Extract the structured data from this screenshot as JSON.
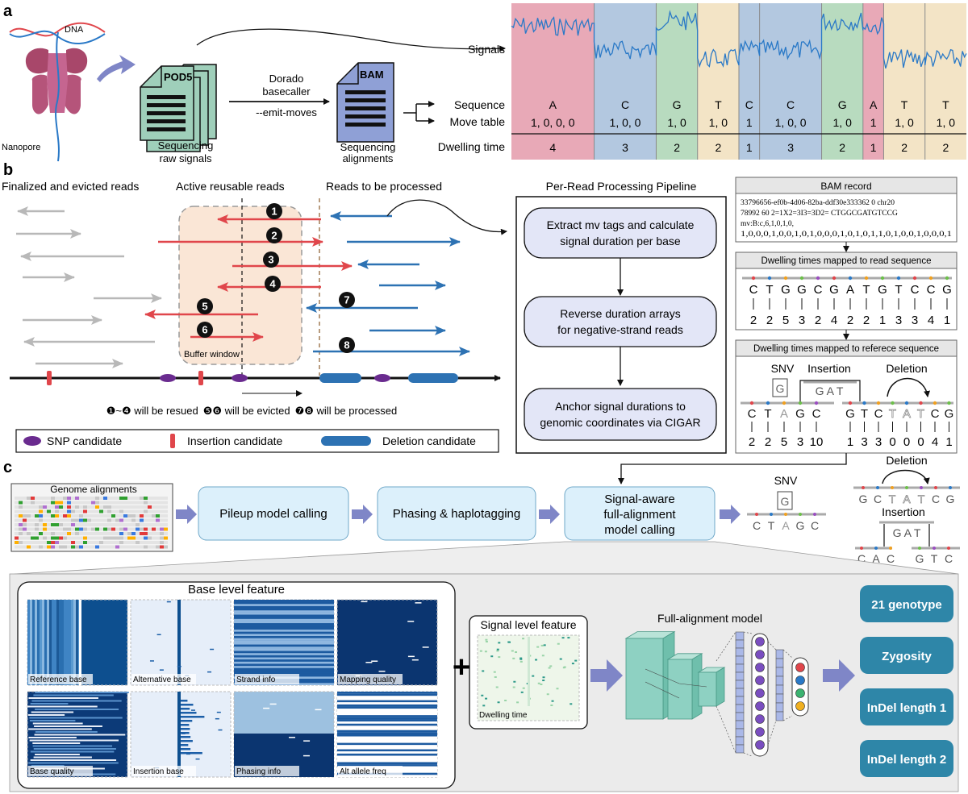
{
  "panels": {
    "a": "a",
    "b": "b",
    "c": "c"
  },
  "panel_a": {
    "dna_label": "DNA",
    "nanopore_label": "Nanopore",
    "pod5_label": "POD5",
    "raw_caption": [
      "Sequencing",
      "raw signals"
    ],
    "basecaller_label": [
      "Dorado",
      "basecaller"
    ],
    "emit_moves_label": "--emit-moves",
    "bam_label": "BAM",
    "bam_caption": [
      "Sequencing",
      "alignments"
    ],
    "signals_label": "Signals",
    "sequence_label": "Sequence",
    "move_table_label": "Move table",
    "dwelling_time_label": "Dwelling time",
    "bases": [
      "A",
      "C",
      "G",
      "T",
      "C",
      "C",
      "G",
      "A",
      "T",
      "T"
    ],
    "moves": [
      "1, 0, 0, 0",
      "1, 0, 0",
      "1, 0",
      "1, 0",
      "1",
      "1, 0, 0",
      "1, 0",
      "1",
      "1, 0",
      "1, 0"
    ],
    "dwell": [
      "4",
      "3",
      "2",
      "2",
      "1",
      "3",
      "2",
      "1",
      "2",
      "2"
    ],
    "base_colors": {
      "A": "#e8a9b7",
      "C": "#b3c8e0",
      "G": "#b8dbbf",
      "T": "#f3e4c6"
    },
    "signal_color": "#2a79c7"
  },
  "panel_b": {
    "heading_finalized": "Finalized and evicted reads",
    "heading_active": "Active reusable reads",
    "heading_to_process": "Reads to be processed",
    "buffer_label": "Buffer window",
    "reuse_note": {
      "part1": "❶~❹ will be resued",
      "part2": "❺❻ will be evicted",
      "part3": "❼❽ will be processed"
    },
    "markers": [
      "❶",
      "❷",
      "❸",
      "❹",
      "❺",
      "❻",
      "❼",
      "❽"
    ],
    "legend": {
      "snp": "SNP candidate",
      "insertion": "Insertion candidate",
      "deletion": "Deletion candidate"
    },
    "colors": {
      "gray": "#b8b8b8",
      "red": "#e0464b",
      "blue": "#2d72b3",
      "snp": "#6a2b8f",
      "buffer": "#fae6d6"
    },
    "pipeline": {
      "title": "Per-Read Processing Pipeline",
      "steps": [
        [
          "Extract mv tags and calculate",
          "signal duration per base"
        ],
        [
          "Reverse duration arrays",
          "for negative-strand reads"
        ],
        [
          "Anchor signal durations to",
          "genomic coordinates via CIGAR"
        ]
      ]
    },
    "bam_record": {
      "title": "BAM record",
      "lines": [
        "33796656-ef0b-4d06-82ba-ddf30e333362    0      chr20",
        "78992  60  2=1X2=3I3=3D2=  CTGGCGATGTCCG",
        "mv:B:c,6,1,0,1,0,",
        "1,0,0,0,1,0,0,1,0,1,0,0,0,1,0,1,0,1,1,0,1,0,0,1,0,0,0,1"
      ]
    },
    "read_mapping": {
      "title": "Dwelling times mapped to read sequence",
      "bases": [
        "C",
        "T",
        "G",
        "G",
        "C",
        "G",
        "A",
        "T",
        "G",
        "T",
        "C",
        "C",
        "G"
      ],
      "dwell": [
        "2",
        "2",
        "5",
        "3",
        "2",
        "4",
        "2",
        "2",
        "1",
        "3",
        "3",
        "4",
        "1"
      ]
    },
    "ref_mapping": {
      "title": "Dwelling times mapped to referece sequence",
      "snv": "SNV",
      "insertion": "Insertion",
      "deletion": "Deletion",
      "snv_base": "G",
      "ins_bases": "G A T",
      "left_bases": [
        "C",
        "T",
        "A",
        "G",
        "C"
      ],
      "left_dwell": [
        "2",
        "2",
        "5",
        "3",
        "10"
      ],
      "right_bases": [
        "G",
        "T",
        "C",
        "T",
        "A",
        "T",
        "C",
        "G"
      ],
      "right_dwell": [
        "1",
        "3",
        "3",
        "0",
        "0",
        "0",
        "4",
        "1"
      ]
    }
  },
  "panel_c": {
    "genome_alignments": "Genome alignments",
    "steps": [
      "Pileup model calling",
      "Phasing & haplotagging",
      [
        "Signal-aware",
        "full-alignment",
        "model calling"
      ]
    ],
    "snv_label": "SNV",
    "snv_ref": [
      "C",
      "T",
      "A",
      "G",
      "C"
    ],
    "snv_alt": "G",
    "deletion_label": "Deletion",
    "deletion_bases": [
      "G",
      "C",
      "T",
      "A",
      "T",
      "C",
      "G"
    ],
    "insertion_label": "Insertion",
    "insertion_ref": [
      "C",
      "A",
      "C",
      "G",
      "T",
      "C"
    ],
    "insertion_alt": "G A T",
    "base_level_title": "Base level feature",
    "tiles": [
      "Reference base",
      "Alternative base",
      "Strand info",
      "Mapping quality",
      "Base quality",
      "Insertion base",
      "Phasing info",
      "Alt allele freq"
    ],
    "plus": "+",
    "signal_level_title": "Signal level feature",
    "dwelling_time_tile": "Dwelling time",
    "model_title": "Full-alignment model",
    "outputs": [
      "21 genotype",
      "Zygosity",
      "InDel length 1",
      "InDel length 2"
    ],
    "colors": {
      "step_fill": "#dcf0fb",
      "output": "#2e86a8",
      "arrow": "#7f86c7",
      "teal": "#8ed1c2"
    }
  }
}
